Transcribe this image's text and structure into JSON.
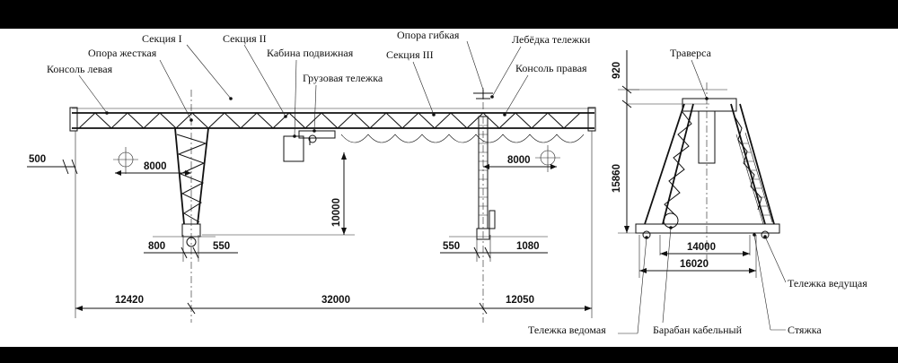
{
  "labels": {
    "sektsiya1": "Секция I",
    "sektsiya2": "Секция II",
    "opora_gibkaya": "Опора гибкая",
    "lebedka": "Лебёдка тележки",
    "opora_zhestkaya": "Опора жесткая",
    "kabina": "Кабина подвижная",
    "sektsiya3": "Секция III",
    "konsol_levaya": "Консоль левая",
    "gruzovaya": "Грузовая тележка",
    "konsol_pravaya": "Консоль правая",
    "traversa": "Траверса",
    "telezhka_vedushchaya": "Тележка ведущая",
    "telezhka_vedomaya": "Тележка ведомая",
    "baraban": "Барабан кабельный",
    "styazhka": "Стяжка"
  },
  "dimensions": {
    "d500": "500",
    "d8000_left": "8000",
    "d8000_right": "8000",
    "d10000": "10000",
    "d800": "800",
    "d550_left": "550",
    "d550_right": "550",
    "d1080": "1080",
    "d12420": "12420",
    "d32000": "32000",
    "d12050": "12050",
    "d920": "920",
    "d15860": "15860",
    "d14000": "14000",
    "d16020": "16020"
  }
}
